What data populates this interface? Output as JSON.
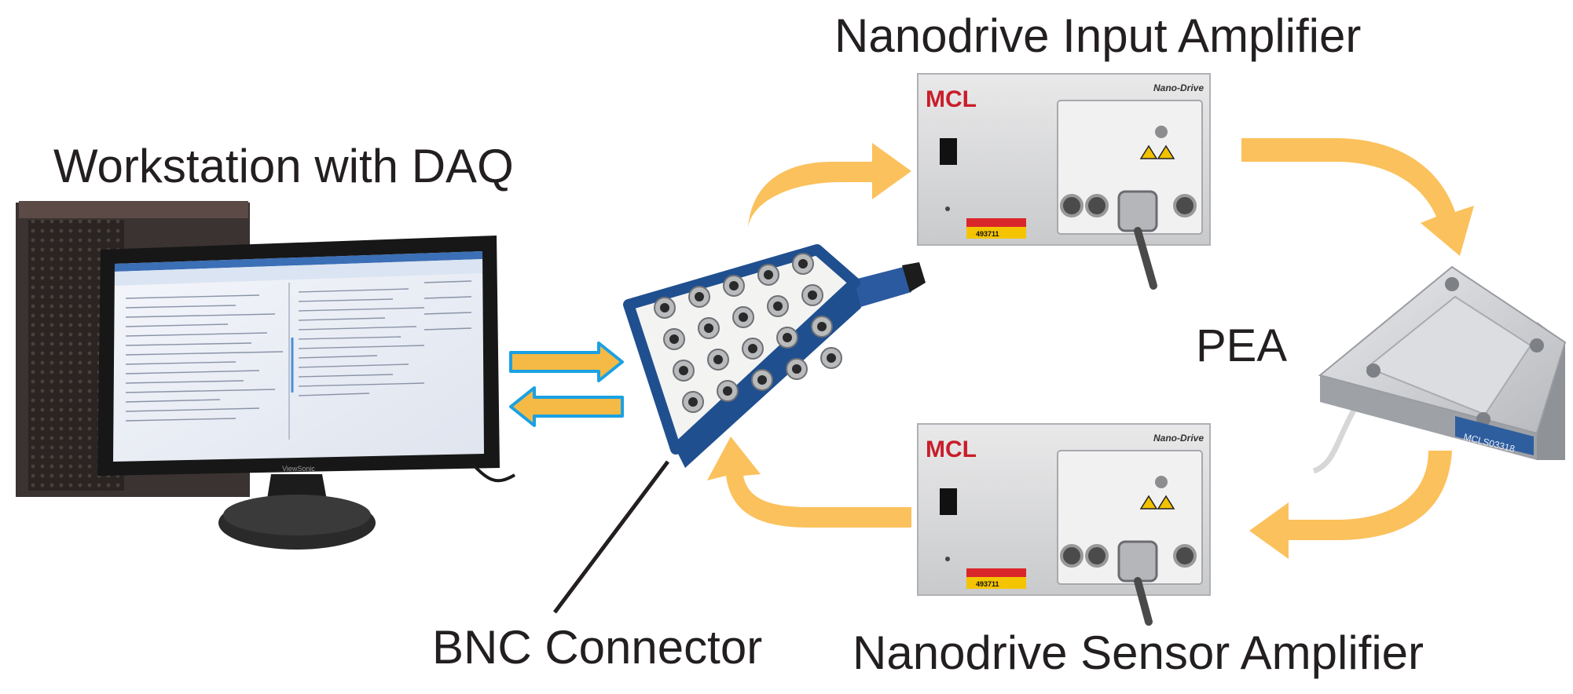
{
  "labels": {
    "input_amplifier": "Nanodrive Input Amplifier",
    "workstation": "Workstation with DAQ",
    "pea": "PEA",
    "bnc_connector": "BNC Connector",
    "sensor_amplifier": "Nanodrive Sensor Amplifier"
  },
  "device_text": {
    "mcl_logo": "MCL",
    "brand": "Nano-Drive",
    "serial_tag": "493711",
    "stage_serial": "MCLS03318",
    "monitor_brand": "ViewSonic"
  },
  "colors": {
    "flow_arrow": "#fbc15c",
    "data_arrow_fill": "#f5b945",
    "data_arrow_stroke": "#1ba1e2",
    "text": "#231f20",
    "bnc_blue": "#1f4f8f"
  },
  "icons": {
    "flow": "curved-arrow-icon",
    "data": "double-arrow-icon"
  }
}
